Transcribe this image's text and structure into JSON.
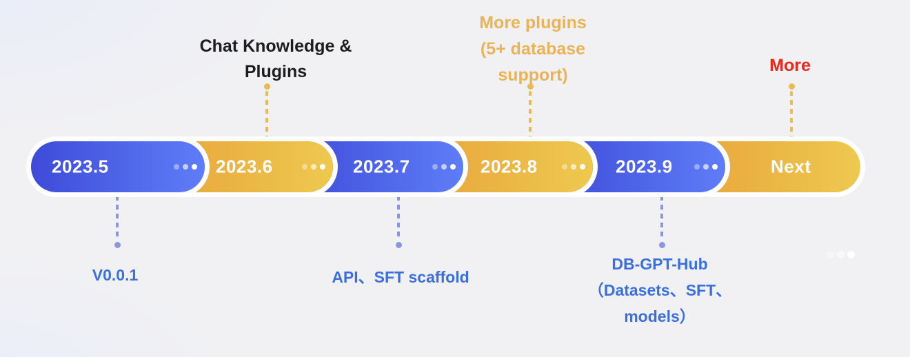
{
  "pills": [
    {
      "label": "2023.5",
      "color": "blue"
    },
    {
      "label": "2023.6",
      "color": "yellow"
    },
    {
      "label": "2023.7",
      "color": "blue"
    },
    {
      "label": "2023.8",
      "color": "yellow"
    },
    {
      "label": "2023.9",
      "color": "blue"
    },
    {
      "label": "Next",
      "color": "yellow"
    }
  ],
  "annotations_top": [
    {
      "lines": [
        "Chat Knowledge &",
        "Plugins"
      ],
      "attached_to": "2023.6"
    },
    {
      "lines": [
        "More plugins",
        "(5+ database",
        "support)"
      ],
      "attached_to": "2023.8"
    },
    {
      "lines": [
        "More"
      ],
      "attached_to": "Next"
    }
  ],
  "annotations_bottom": [
    {
      "lines": [
        "V0.0.1"
      ],
      "attached_to": "2023.5"
    },
    {
      "lines": [
        "API、SFT scaffold"
      ],
      "attached_to": "2023.7"
    },
    {
      "lines": [
        "DB-GPT-Hub",
        "（Datasets、SFT、",
        "models）"
      ],
      "attached_to": "2023.9"
    }
  ],
  "colors": {
    "pill_blue_start": "#3d4bd8",
    "pill_blue_end": "#5f7df8",
    "pill_yellow_start": "#e8a43c",
    "pill_yellow_end": "#eec94f",
    "gold_text": "#e9b356",
    "red_text": "#e52a1d",
    "black_text": "#1d1d1f",
    "blue_text": "#3b6fdb",
    "blue_dash": "#8a97e0",
    "yellow_dash": "#e9bb55"
  }
}
